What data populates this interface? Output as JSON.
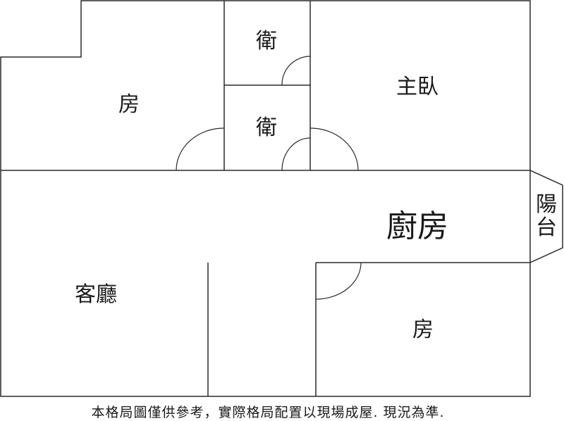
{
  "rooms": {
    "bedroom_top_left": "房",
    "bath_upper": "衛",
    "bath_lower": "衛",
    "master_bedroom": "主臥",
    "kitchen": "廚房",
    "balcony": "陽台",
    "living_room": "客廳",
    "bedroom_bottom_right": "房"
  },
  "footnote": "本格局圖僅供參考，實際格局配置以現場成屋. 現況為準.",
  "colors": {
    "line": "#2a2a2a",
    "text": "#1a1a1a",
    "background": "#ffffff"
  }
}
